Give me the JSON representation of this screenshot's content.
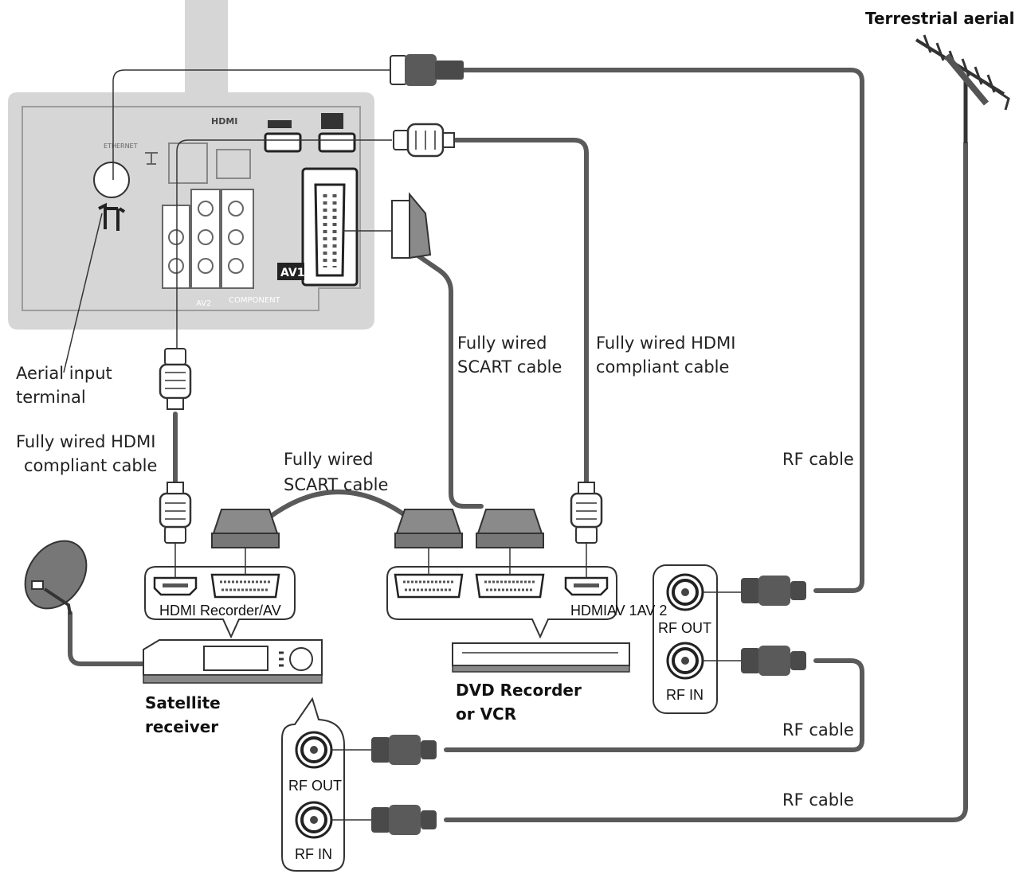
{
  "labels": {
    "terrestrial_aerial": "Terrestrial aerial",
    "aerial_input_l1": "Aerial input",
    "aerial_input_l2": "terminal",
    "hdmi_left_l1": "Fully wired HDMI",
    "hdmi_left_l2": "compliant cable",
    "scart_mid_l1": "Fully wired",
    "scart_mid_l2": "SCART cable",
    "scart_top_l1": "Fully wired",
    "scart_top_l2": "SCART cable",
    "hdmi_top_l1": "Fully wired HDMI",
    "hdmi_top_l2": "compliant cable",
    "rf_cable_1": "RF cable",
    "rf_cable_2": "RF cable",
    "rf_cable_3": "RF cable",
    "sat_ports": "HDMI Recorder/AV",
    "dvd_ports": "HDMIAV 1AV 2",
    "rf_out_dvd": "RF OUT",
    "rf_in_dvd": "RF IN",
    "rf_out_sat": "RF OUT",
    "rf_in_sat": "RF IN",
    "satellite_l1": "Satellite",
    "satellite_l2": "receiver",
    "dvd_l1": "DVD Recorder",
    "dvd_l2": "or VCR",
    "panel_av1": "AV1",
    "panel_hdmi": "HDMI",
    "panel_ethernet": "ETHERNET",
    "panel_component": "COMPONENT",
    "panel_av2": "AV2"
  },
  "colors": {
    "cable": "#5a5a5a",
    "panel": "#d6d6d6",
    "outline": "#333333"
  }
}
